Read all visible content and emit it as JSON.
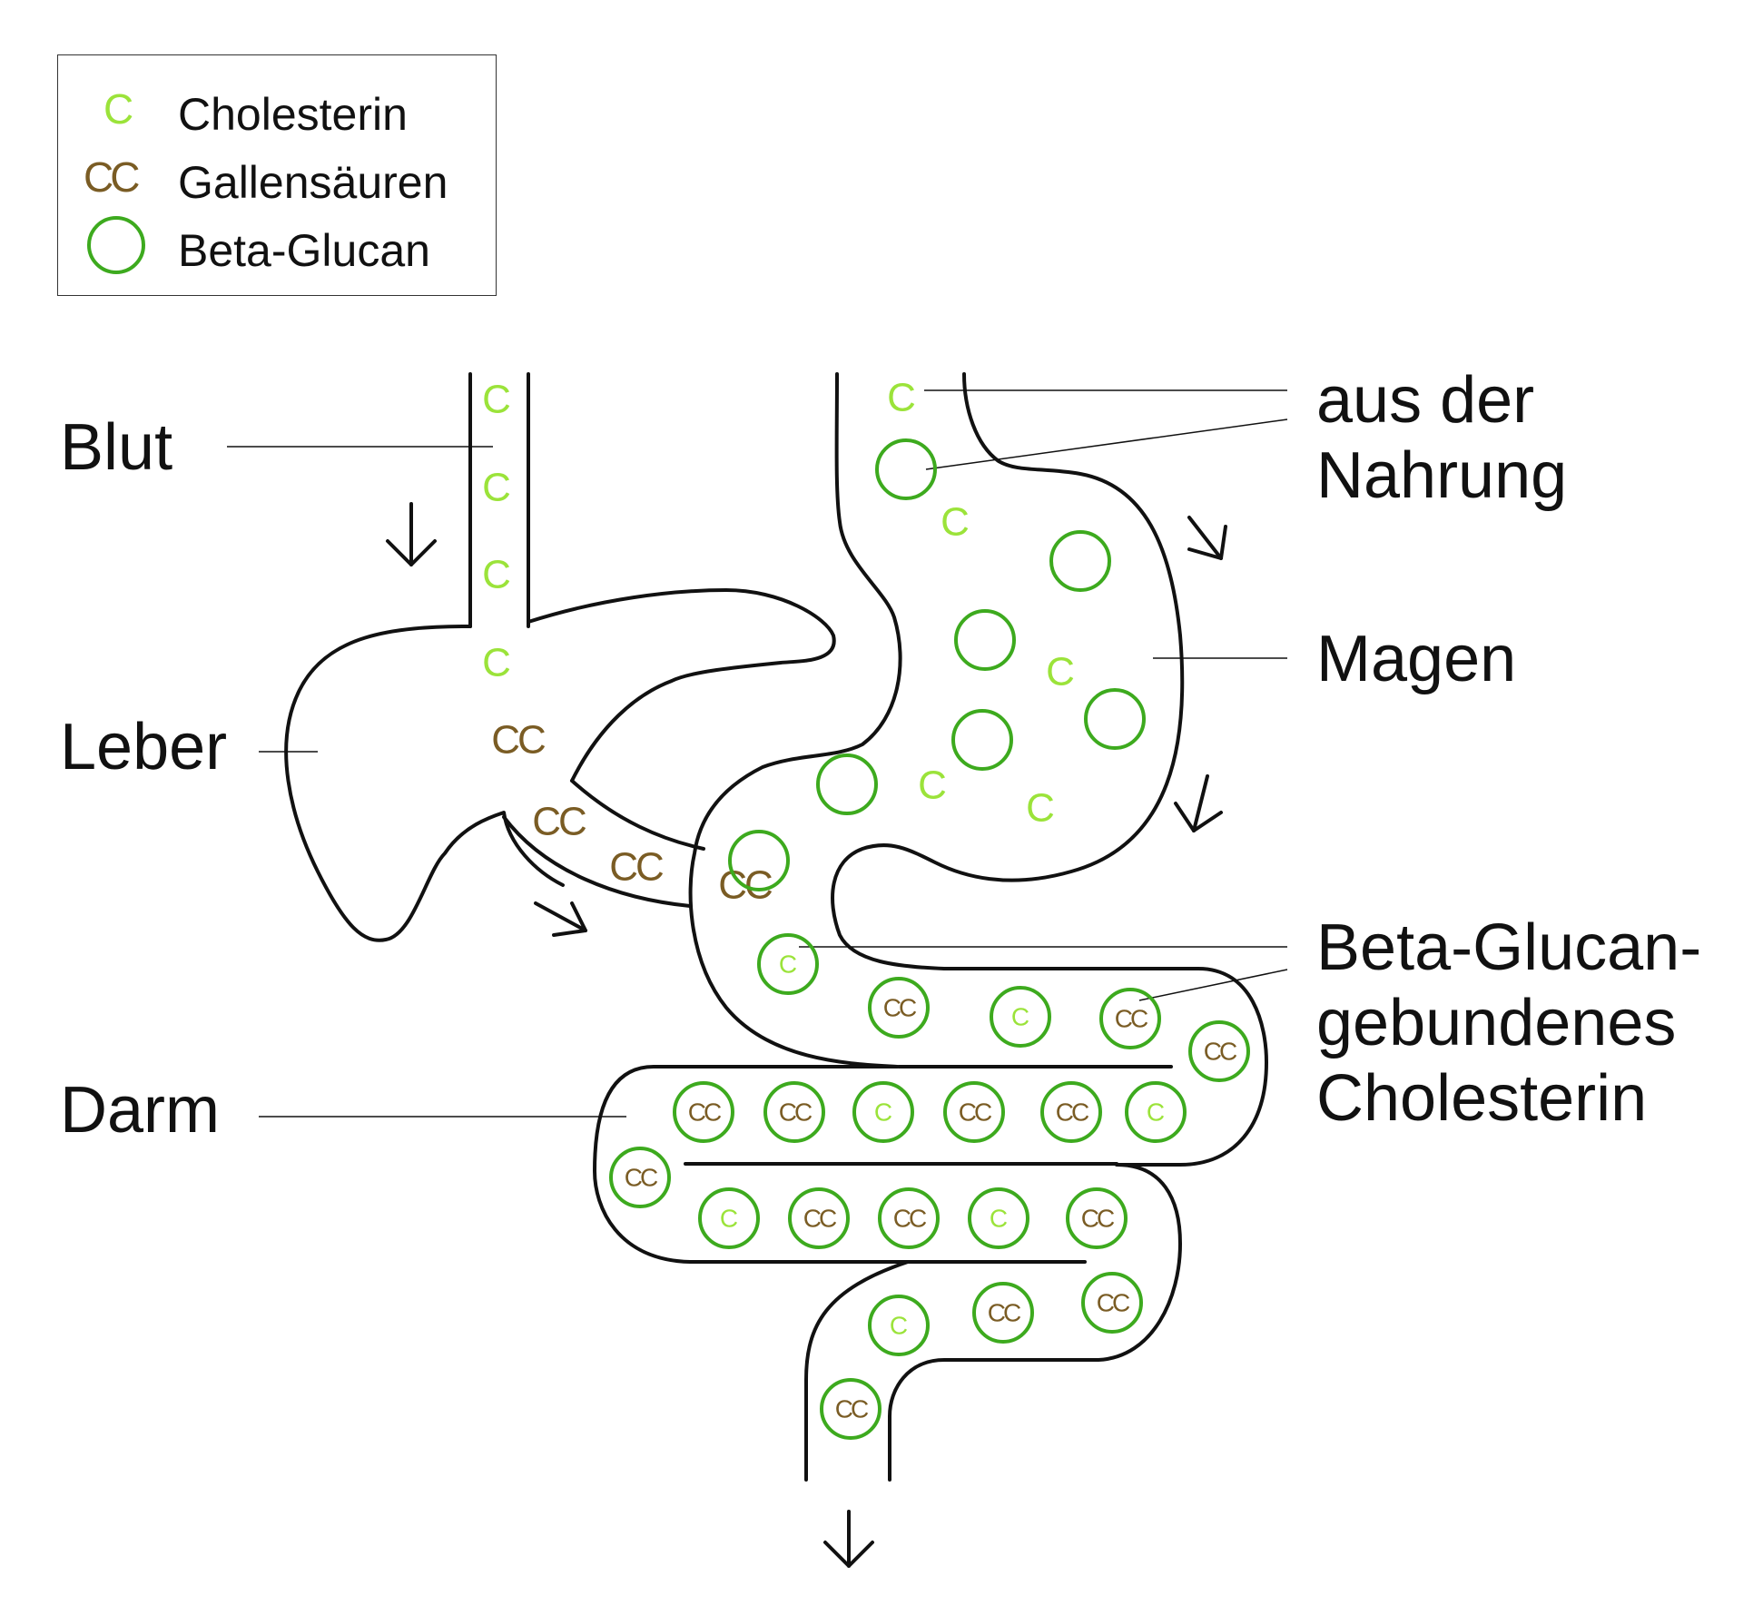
{
  "colors": {
    "cholesterol": "#9be33a",
    "bile_acid": "#7a5c24",
    "beta_glucan": "#3daa1e",
    "outline": "#111111"
  },
  "legend": {
    "cholesterol_symbol": "C",
    "bile_acid_symbol": "CC",
    "cholesterol_label": "Cholesterin",
    "bile_acid_label": "Gallensäuren",
    "beta_glucan_label": "Beta-Glucan"
  },
  "labels": {
    "blood": "Blut",
    "liver": "Leber",
    "intestine": "Darm",
    "food_line1": "aus der",
    "food_line2": "Nahrung",
    "stomach": "Magen",
    "bound_line1": "Beta-Glucan-",
    "bound_line2": "gebundenes",
    "bound_line3": "Cholesterin"
  },
  "glyphs": {
    "cholesterol": "C",
    "bile_acid": "CC"
  }
}
